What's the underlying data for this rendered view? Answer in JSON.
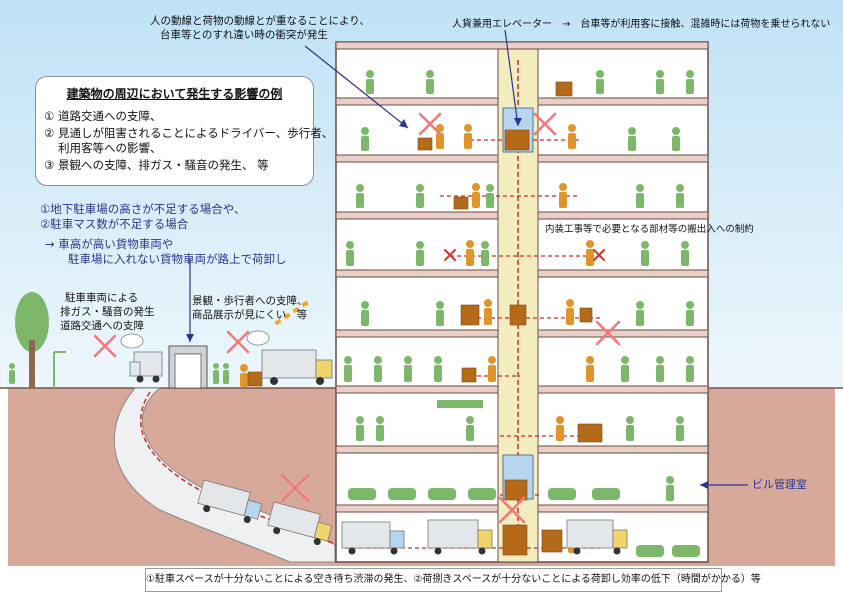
{
  "callouts": {
    "conflict_line1": "人の動線と荷物の動線とが重なることにより、",
    "conflict_line2": "台車等とのすれ違い時の衝突が発生",
    "elevator": "人貨兼用エレベーター　→　台車等が利用客に接触、混雑時には荷物を乗せられない",
    "interior_work": "内装工事等で必要となる部材等の搬出入への制約",
    "building_mgmt": "ビル管理室"
  },
  "panel": {
    "title": "建築物の周辺において発生する影響の例",
    "item1": "① 道路交通への支障、",
    "item2": "② 見通しが阻害されることによるドライバー、歩行者、",
    "item2b": "利用客等への影響、",
    "item3": "③ 景観への支障、排ガス・騒音の発生、 等"
  },
  "parking_issue": {
    "line1": "①地下駐車場の高さが不足する場合や、",
    "line2": "②駐車マス数が不足する場合",
    "line3": "→ 車高が高い貨物車両や",
    "line4": "駐車場に入れない貨物車両が路上で荷卸し"
  },
  "street_left": {
    "line1": "駐車車両による",
    "line2": "排ガス・騒音の発生",
    "line3": "道路交通への支障"
  },
  "street_right": {
    "line1": "景観・歩行者への支障、",
    "line2": "商品展示が見にくい　等"
  },
  "bottom_caption": "①駐車スペースが十分ないことによる空き待ち渋滞の発生、②荷捌きスペースが十分ないことによる荷卸し効率の低下（時間がかかる）等",
  "colors": {
    "sky": "#d6ecf8",
    "ground": "#d7a99a",
    "building": "#ffffff",
    "shaft": "#f3ecbf",
    "figure": "#7db86a",
    "worker": "#e0952a",
    "cross": "#f07a7a",
    "route": "#cc2a2a",
    "blue_text": "#2a3590"
  }
}
